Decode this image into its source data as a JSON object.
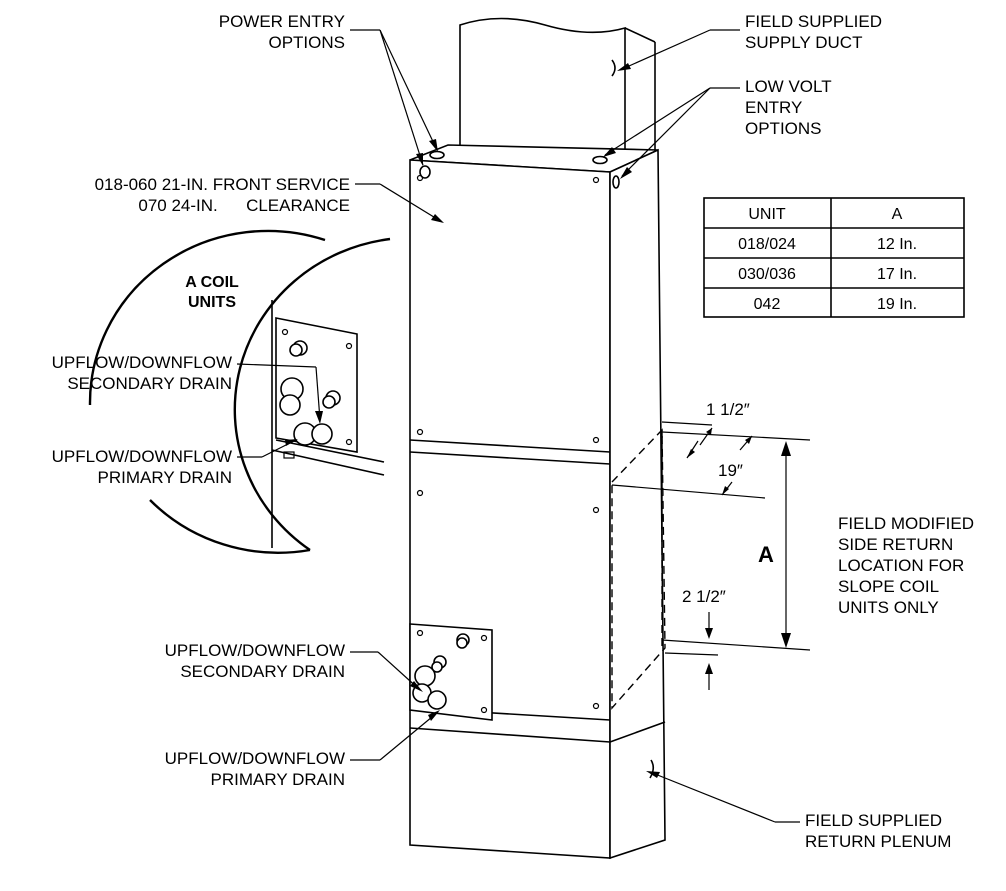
{
  "labels": {
    "power_entry": [
      "POWER ENTRY",
      "OPTIONS"
    ],
    "field_supply_duct": [
      "FIELD SUPPLIED",
      "SUPPLY DUCT"
    ],
    "low_volt_entry": [
      "LOW VOLT",
      "ENTRY",
      "OPTIONS"
    ],
    "front_service_clearance": [
      "018-060 21-IN. FRONT SERVICE",
      "070 24-IN.      CLEARANCE"
    ],
    "a_coil_units": [
      "A COIL",
      "UNITS"
    ],
    "inset_secondary_drain": [
      "UPFLOW/DOWNFLOW",
      "SECONDARY DRAIN"
    ],
    "inset_primary_drain": [
      "UPFLOW/DOWNFLOW",
      "PRIMARY DRAIN"
    ],
    "secondary_drain": [
      "UPFLOW/DOWNFLOW",
      "SECONDARY DRAIN"
    ],
    "primary_drain": [
      "UPFLOW/DOWNFLOW",
      "PRIMARY DRAIN"
    ],
    "field_modified_return": [
      "FIELD MODIFIED",
      "SIDE RETURN",
      "LOCATION FOR",
      "SLOPE COIL",
      "UNITS ONLY"
    ],
    "field_return_plenum": [
      "FIELD SUPPLIED",
      "RETURN PLENUM"
    ]
  },
  "dimensions": {
    "top_offset": "1 1/2″",
    "depth": "19″",
    "bottom_offset": "2 1/2″",
    "height_symbol": "A"
  },
  "table": {
    "headers": [
      "UNIT",
      "A"
    ],
    "rows": [
      [
        "018/024",
        "12 In."
      ],
      [
        "030/036",
        "17 In."
      ],
      [
        "042",
        "19 In."
      ]
    ]
  }
}
